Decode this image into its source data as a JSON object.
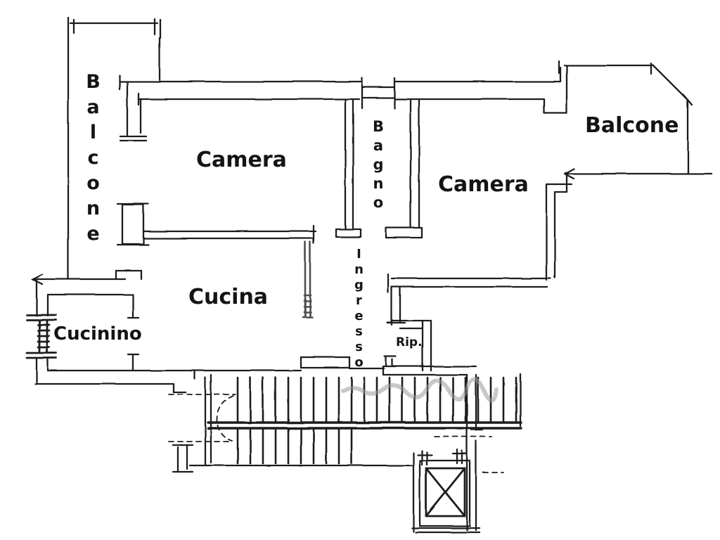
{
  "floorplan": {
    "rooms": [
      {
        "id": "balcone-left",
        "label": "Balcone",
        "orientation": "vertical"
      },
      {
        "id": "camera-left",
        "label": "Camera",
        "orientation": "horizontal"
      },
      {
        "id": "bagno",
        "label": "Bagno",
        "orientation": "vertical"
      },
      {
        "id": "camera-right",
        "label": "Camera",
        "orientation": "horizontal"
      },
      {
        "id": "balcone-right",
        "label": "Balcone",
        "orientation": "horizontal"
      },
      {
        "id": "cucina",
        "label": "Cucina",
        "orientation": "horizontal"
      },
      {
        "id": "cucinino",
        "label": "Cucinino",
        "orientation": "horizontal"
      },
      {
        "id": "ingresso",
        "label": "Ingresso",
        "orientation": "vertical"
      },
      {
        "id": "rip",
        "label": "Rip.",
        "orientation": "horizontal"
      }
    ],
    "features": [
      {
        "id": "staircase",
        "type": "stairs"
      },
      {
        "id": "elevator",
        "type": "elevator-shaft"
      }
    ],
    "colors": {
      "ink": "#1c1c1c",
      "paper": "#ffffff",
      "pencil_gray": "#9a9a9a",
      "door_gray": "#4f4f4f"
    }
  }
}
